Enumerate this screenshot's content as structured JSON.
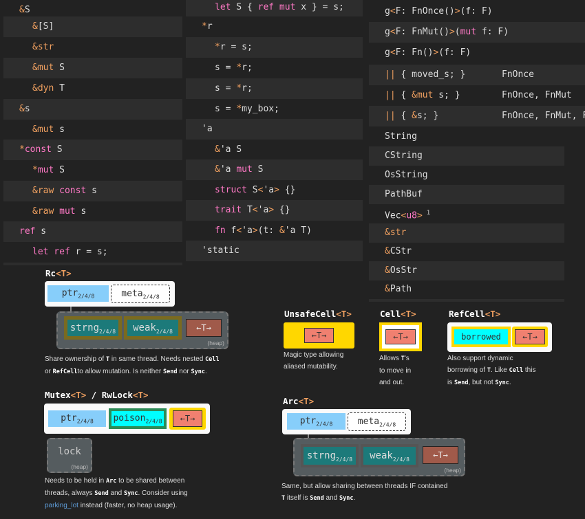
{
  "col1": [
    "&S",
    "&[S]",
    "&str",
    "&mut S",
    "&dyn T",
    "&s",
    "&mut s",
    "*const S",
    "*mut S",
    "&raw const s",
    "&raw mut s",
    "ref s",
    "let ref r = s;"
  ],
  "col2": [
    "let S { ref mut x } = s;",
    "*r",
    "*r = s;",
    "s = *r;",
    "s = *r;",
    "s = *my_box;",
    "'a",
    "&'a S",
    "&'a mut S",
    "struct S<'a> {}",
    "trait T<'a> {}",
    "fn f<'a>(t: &'a T)",
    "'static"
  ],
  "col3_fn": [
    {
      "code": "g<F: FnOnce()>(f: F)",
      "traits": ""
    },
    {
      "code": "g<F: FnMut()>(mut f: F)",
      "traits": ""
    },
    {
      "code": "g<F: Fn()>(f: F)",
      "traits": ""
    },
    {
      "code": "|| { moved_s; }",
      "traits": "FnOnce"
    },
    {
      "code": "|| { &mut s; }",
      "traits": "FnOnce, FnMut"
    },
    {
      "code": "|| { &s; }",
      "traits": "FnOnce, FnMut, Fn"
    }
  ],
  "col3_str": [
    "String",
    "CString",
    "OsString",
    "PathBuf",
    "Vec<u8>",
    "&str",
    "&CStr",
    "&OsStr",
    "&Path"
  ],
  "vec_sup": "1",
  "rc": {
    "title_name": "Rc",
    "title_gen": "<T>",
    "ptr": "ptr",
    "ptr_sub": "2/4/8",
    "meta": "meta",
    "meta_sub": "2/4/8",
    "strng": "strng",
    "strng_sub": "2/4/8",
    "weak": "weak",
    "weak_sub": "2/4/8",
    "t": "←T→",
    "heap": "(heap)",
    "desc1a": "Share ownership of ",
    "desc1b": "T",
    "desc1c": " in same thread. Needs nested ",
    "desc1d": "Cell",
    "desc2a": "or ",
    "desc2b": "RefCell",
    "desc2c": "to allow mutation. Is neither ",
    "desc2d": "Send",
    "desc2e": " nor ",
    "desc2f": "Sync",
    "desc2g": "."
  },
  "mutex": {
    "title_a": "Mutex",
    "title_a_gen": "<T>",
    "sep": " / ",
    "title_b": "RwLock",
    "title_b_gen": "<T>",
    "ptr": "ptr",
    "ptr_sub": "2/4/8",
    "poison": "poison",
    "poison_sub": "2/4/8",
    "t": "←T→",
    "lock": "lock",
    "heap": "(heap)",
    "desc1a": "Needs to be held in ",
    "desc1b": "Arc",
    "desc1c": " to be shared between",
    "desc2a": "threads, always ",
    "desc2b": "Send",
    "desc2c": " and ",
    "desc2d": "Sync",
    "desc2e": ". Consider using",
    "desc3a": "parking_lot",
    "desc3b": " instead (faster, no heap usage)."
  },
  "unsafecell": {
    "title_name": "UnsafeCell",
    "title_gen": "<T>",
    "t": "←T→",
    "desc1": "Magic type allowing",
    "desc2": "aliased mutability."
  },
  "cell": {
    "title_name": "Cell",
    "title_gen": "<T>",
    "t": "←T→",
    "desc1a": "Allows ",
    "desc1b": "T",
    "desc1c": "'s",
    "desc2": "to move in",
    "desc3": "and out."
  },
  "refcell": {
    "title_name": "RefCell",
    "title_gen": "<T>",
    "borrowed": "borrowed",
    "t": "←T→",
    "desc1": "Also support dynamic",
    "desc2a": "borrowing of ",
    "desc2b": "T",
    "desc2c": ". Like ",
    "desc2d": "Cell",
    "desc2e": " this",
    "desc3a": "is ",
    "desc3b": "Send",
    "desc3c": ", but not ",
    "desc3d": "Sync",
    "desc3e": "."
  },
  "arc": {
    "title_name": "Arc",
    "title_gen": "<T>",
    "ptr": "ptr",
    "ptr_sub": "2/4/8",
    "meta": "meta",
    "meta_sub": "2/4/8",
    "strng": "strng",
    "strng_sub": "2/4/8",
    "weak": "weak",
    "weak_sub": "2/4/8",
    "t": "←T→",
    "heap": "(heap)",
    "desc1": "Same, but allow sharing between threads IF contained",
    "desc2a": "T",
    "desc2b": " itself is ",
    "desc2c": "Send",
    "desc2d": " and ",
    "desc2e": "Sync",
    "desc2f": "."
  },
  "colors": {
    "bg": "#222222",
    "stripe": "#2d2d2d",
    "keyword": "#ff79c6",
    "accent": "#f0a060",
    "ptr_blue": "#87cefa",
    "gold": "#ffd700",
    "cyan": "#00ffff",
    "teal": "#1c7a7a",
    "salmon": "#f08070",
    "link": "#5e9bd6"
  }
}
